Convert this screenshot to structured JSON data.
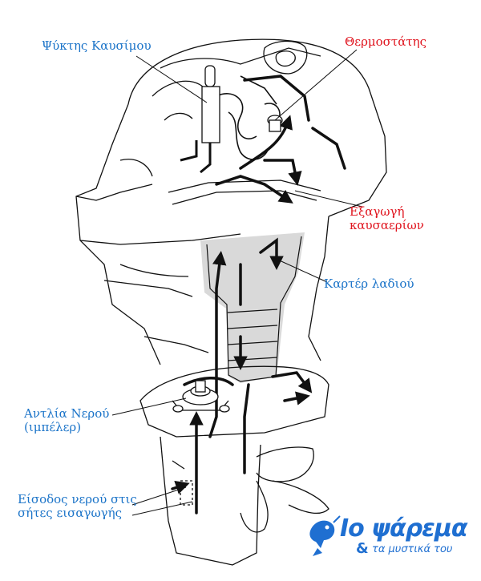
{
  "labels": {
    "fuel_cooler": "Ψύκτης Καυσίμου",
    "thermostat": "Θερμοστάτης",
    "exhaust_line1": "Εξαγωγή",
    "exhaust_line2": "καυσαερίων",
    "oil_pan": "Καρτέρ λαδιού",
    "water_pump_line1": "Αντλία Νερού",
    "water_pump_line2": "(ιμπέλερ)",
    "intake_line1": "Είσοδος νερού στις",
    "intake_line2": "σήτες εισαγωγής"
  },
  "logo": {
    "main": "Ιο ψάρεμα",
    "amp": "&",
    "sub": "τα μυστικά του"
  },
  "colors": {
    "blue_label": "#1a73c8",
    "red_label": "#e0141e",
    "logo": "#1f6fd1",
    "oil_pan_fill": "#d9d9d9",
    "line": "#111111"
  }
}
